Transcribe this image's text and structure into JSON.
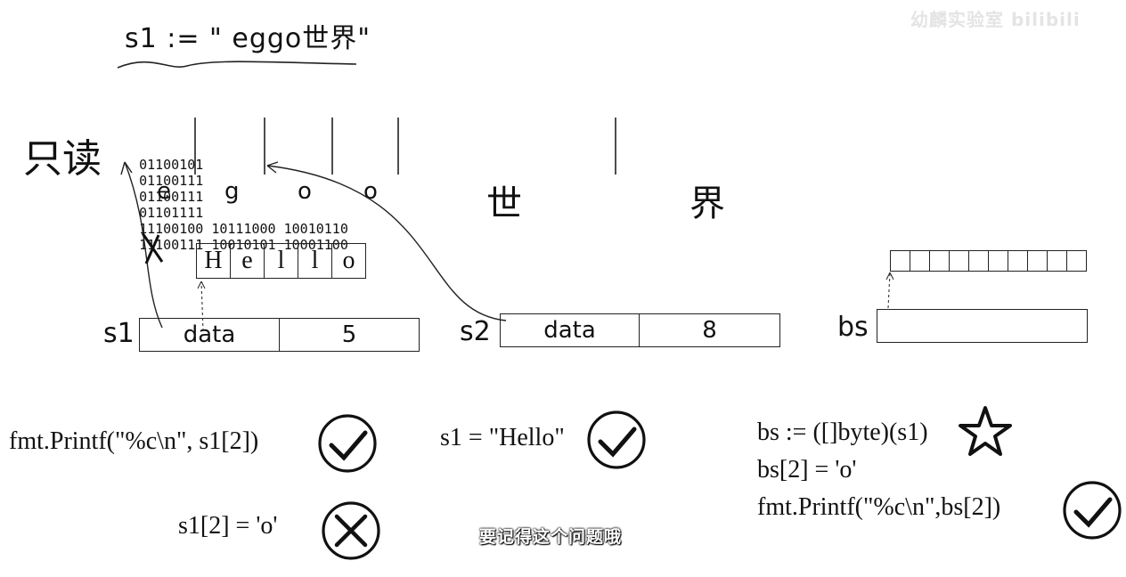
{
  "title_code": "s1 := \" eggo世界\"",
  "readonly_label": "只读",
  "bits": [
    "01100101",
    "01100111",
    "01100111",
    "01101111",
    "11100100 10111000 10010110",
    "11100111 10010101 10001100"
  ],
  "chars": [
    "e",
    "g",
    "o",
    "o",
    "世",
    "界"
  ],
  "hello_cells": [
    "H",
    "e",
    "l",
    "l",
    "o"
  ],
  "s1": {
    "label": "s1",
    "data": "data",
    "len": "5"
  },
  "s2": {
    "label": "s2",
    "data": "data",
    "len": "8"
  },
  "bs": {
    "label": "bs",
    "cell_count": 10
  },
  "code": {
    "printf_s1": "fmt.Printf(\"%c\\n\", s1[2])",
    "assign_hello": "s1 = \"Hello\"",
    "assign_index": "s1[2] = 'o'",
    "bs_convert": "bs := ([]byte)(s1)",
    "bs_assign": "bs[2] = 'o'",
    "printf_bs": "fmt.Printf(\"%c\\n\",bs[2])"
  },
  "subtitle": "要记得这个问题哦",
  "watermark": "幼麟实验室 bilibili",
  "icons": {
    "check": "check-circle-icon",
    "cross": "x-circle-icon",
    "star": "star-icon",
    "forbidden": "x-mark-icon"
  }
}
